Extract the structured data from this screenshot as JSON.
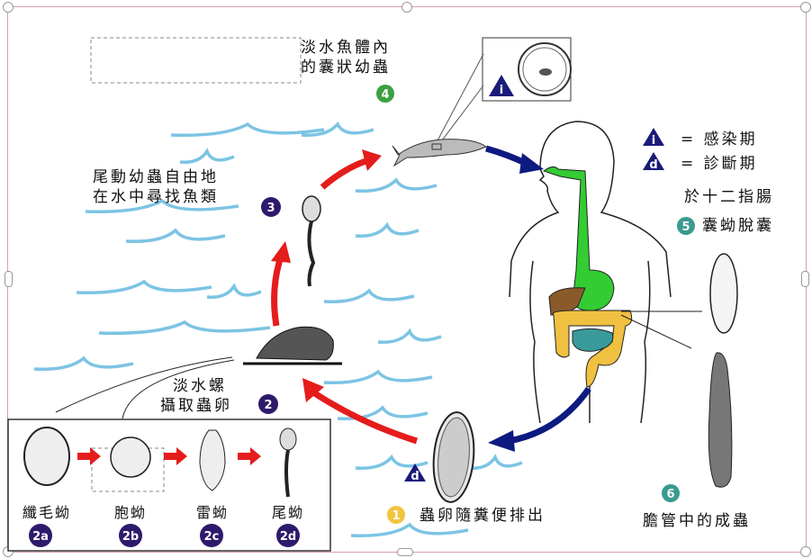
{
  "stages": {
    "s1": {
      "num": "1",
      "label": "蟲卵隨糞便排出",
      "color": "#f2c53d"
    },
    "s2": {
      "num": "2",
      "label_line1": "淡水螺",
      "label_line2": "攝取蟲卵",
      "color": "#2e1a6b"
    },
    "s3": {
      "num": "3",
      "label_line1": "尾動幼蟲自由地",
      "label_line2": "在水中尋找魚類",
      "color": "#2e1a6b"
    },
    "s4": {
      "num": "4",
      "label_line1": "淡水魚體內",
      "label_line2": "的囊狀幼蟲",
      "color": "#3aa040"
    },
    "s5": {
      "num": "5",
      "label_line1": "於十二指腸",
      "label_line2": "囊蚴脫囊",
      "color": "#3a9a90"
    },
    "s6": {
      "num": "6",
      "label": "膽管中的成蟲",
      "color": "#3a9a90"
    }
  },
  "substages": [
    {
      "num": "2a",
      "label": "纖毛蚴"
    },
    {
      "num": "2b",
      "label": "胞蚴"
    },
    {
      "num": "2c",
      "label": "雷蚴"
    },
    {
      "num": "2d",
      "label": "尾蚴"
    }
  ],
  "legend": {
    "infective_letter": "i",
    "infective_label": "= 感染期",
    "diagnostic_letter": "d",
    "diagnostic_label": "= 診斷期",
    "color": "#1a1a7a"
  },
  "colors": {
    "water": "#7cc4e4",
    "red_arrow": "#e51c1c",
    "blue_arrow": "#0d1a80",
    "stomach": "#33cc33",
    "liver": "#8b5a2b",
    "intestine": "#f0c040",
    "small_intestine": "#3a9a9a"
  }
}
